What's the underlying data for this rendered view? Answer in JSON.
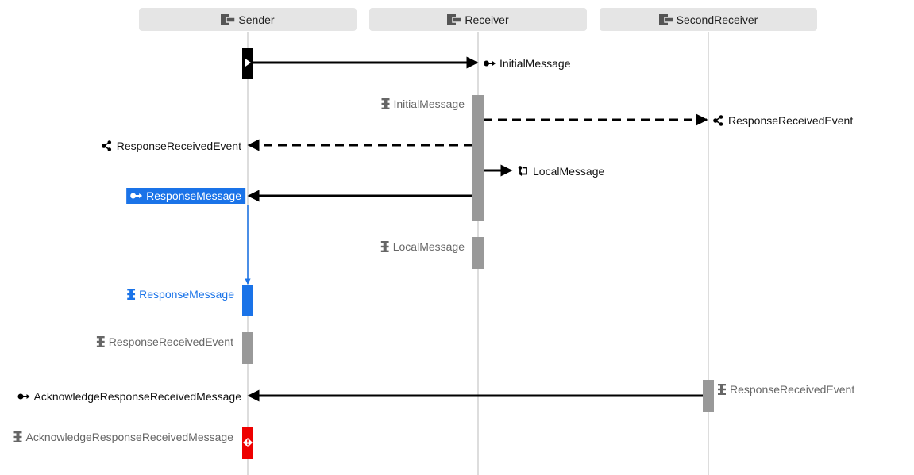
{
  "lanes": {
    "sender": "Sender",
    "receiver": "Receiver",
    "second_receiver": "SecondReceiver"
  },
  "labels": {
    "initial_message_command": "InitialMessage",
    "initial_message_handler": "InitialMessage",
    "response_received_event_publish_right": "ResponseReceivedEvent",
    "response_received_event_publish_left": "ResponseReceivedEvent",
    "local_message_send": "LocalMessage",
    "response_message_reply": "ResponseMessage",
    "local_message_handler": "LocalMessage",
    "response_message_handler": "ResponseMessage",
    "response_received_event_handler_sender": "ResponseReceivedEvent",
    "acknowledge_message_send": "AcknowledgeResponseReceivedMessage",
    "response_received_event_handler_second": "ResponseReceivedEvent",
    "acknowledge_message_handler": "AcknowledgeResponseReceivedMessage"
  },
  "colors": {
    "lifeline": "#dddddd",
    "arrow": "#000000",
    "handler": "#999999",
    "selected": "#1a73e8",
    "error": "#ee0000",
    "start": "#000000"
  },
  "icons": {
    "lane": "endpoint-icon",
    "command": "command-icon",
    "event": "event-icon",
    "local": "local-message-icon",
    "handler": "handler-icon",
    "start": "play-icon",
    "error": "error-icon"
  }
}
